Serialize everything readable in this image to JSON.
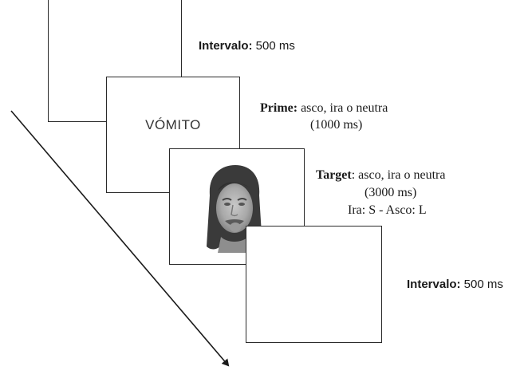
{
  "frames": {
    "interval_1": {
      "label_bold": "Intervalo:",
      "label_rest": " 500 ms"
    },
    "prime": {
      "word": "VÓMITO",
      "label_bold": "Prime:",
      "label_rest": " asco, ira o neutra",
      "time": "(1000 ms)"
    },
    "target": {
      "label_bold": "Target",
      "label_rest": ": asco, ira o neutra",
      "time": "(3000 ms)",
      "keys": "Ira: S - Asco: L",
      "image_icon": "grayscale-face-photo"
    },
    "interval_2": {
      "label_bold": "Intervalo:",
      "label_rest": " 500 ms"
    }
  },
  "timeline": {
    "icon": "arrow-down-right-icon",
    "color": "#1a1a1a"
  }
}
